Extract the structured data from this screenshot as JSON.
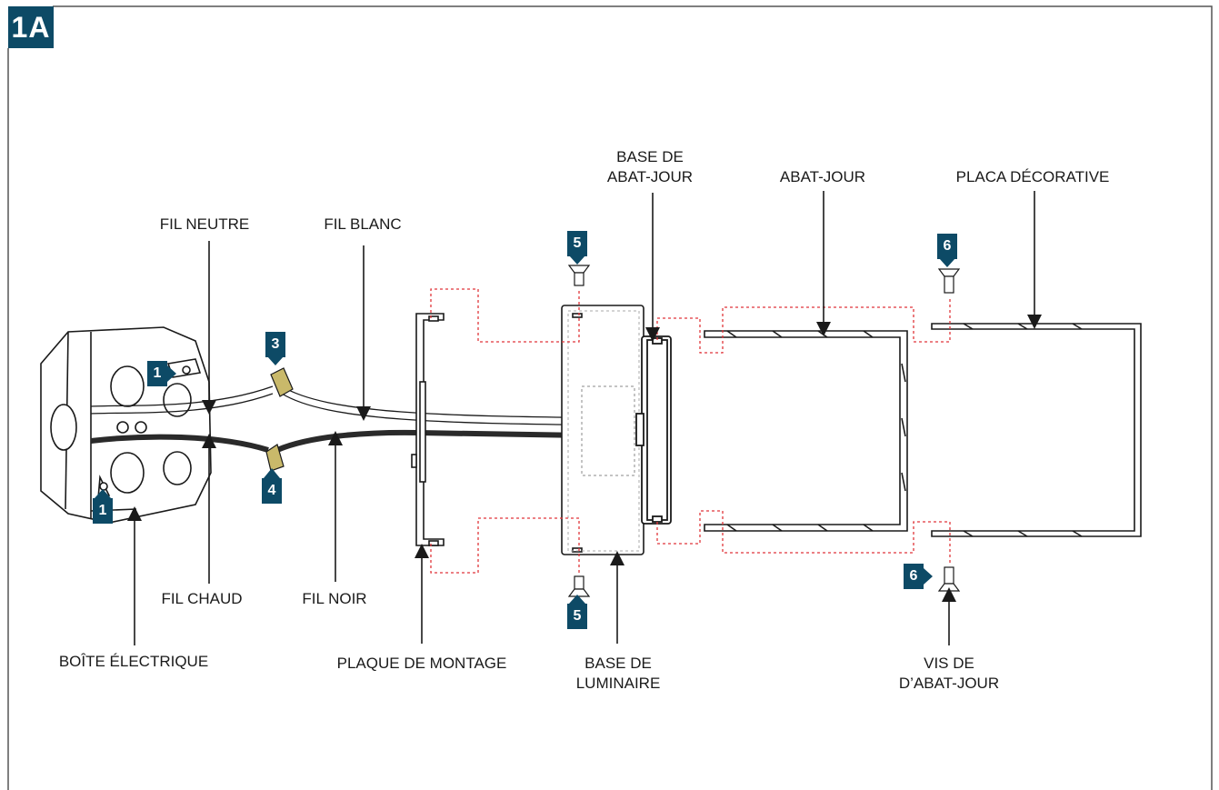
{
  "step": {
    "label": "1A"
  },
  "labels": {
    "fil_neutre": "FIL NEUTRE",
    "fil_blanc": "FIL BLANC",
    "base_abat_jour_1": "BASE DE",
    "base_abat_jour_2": "ABAT-JOUR",
    "abat_jour": "ABAT-JOUR",
    "placa_decorative": "PLACA DÉCORATIVE",
    "fil_chaud": "FIL CHAUD",
    "fil_noir": "FIL NOIR",
    "boite_electrique": "BOÎTE ÉLECTRIQUE",
    "plaque_de_montage": "PLAQUE DE MONTAGE",
    "base_luminaire_1": "BASE DE",
    "base_luminaire_2": "LUMINAIRE",
    "vis_abat_jour_1": "VIS DE",
    "vis_abat_jour_2": "D’ABAT-JOUR"
  },
  "markers": {
    "box_top": "1",
    "box_bottom": "1",
    "connector_white": "3",
    "connector_black": "4",
    "screw_top_base": "5",
    "screw_bottom_base": "5",
    "screw_top_shade": "6",
    "screw_bottom_shade": "6"
  },
  "colors": {
    "badge": "#0d4a66",
    "line": "#1a1a1a",
    "dash": "#e0353a",
    "black_wire": "#2a2a2a",
    "connector": "#c9b96a"
  }
}
